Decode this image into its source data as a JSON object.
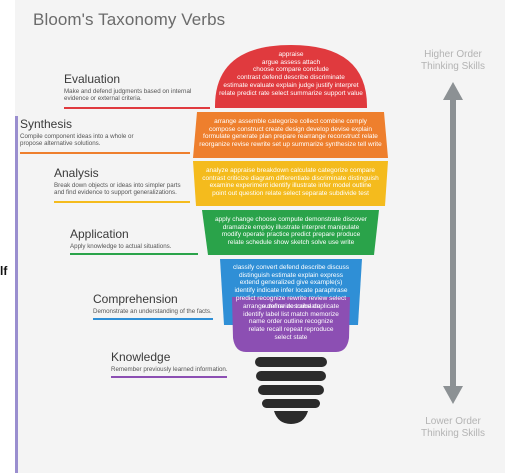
{
  "title": "Bloom's Taxonomy Verbs",
  "edge_fragment": "lf",
  "side_labels": {
    "top_line1": "Higher Order",
    "top_line2": "Thinking Skills",
    "bottom_line1": "Lower Order",
    "bottom_line2": "Thinking Skills"
  },
  "levels": [
    {
      "name": "Evaluation",
      "description": [
        "Make and defend judgments based on internal",
        "evidence or external criteria."
      ],
      "color": "#e03a3e",
      "verbs": [
        "appraise",
        "argue  assess  attach",
        "choose  compare  conclude",
        "contrast  defend  describe  discriminate",
        "estimate  evaluate  explain  judge  justify  interpret",
        "relate  predict  rate  select  summarize  support  value"
      ]
    },
    {
      "name": "Synthesis",
      "description": [
        "Compile component ideas into a whole or",
        "propose alternative solutions."
      ],
      "color": "#ee7f2d",
      "verbs": [
        "arrange  assemble  categorize  collect  combine  comply",
        "compose  construct  create  design  develop  devise  explain",
        "formulate  generate  plan  prepare  rearrange  reconstruct  relate",
        "reorganize  revise  rewrite  set up  summarize  synthesize  tell  write"
      ]
    },
    {
      "name": "Analysis",
      "description": [
        "Break down objects or ideas into simpler parts",
        "and find evidence to support generalizations."
      ],
      "color": "#f4bb1d",
      "verbs": [
        "analyze  appraise  breakdown  calculate  categorize  compare",
        "contrast  criticize  diagram  differentiate  discriminate  distinguish",
        "examine  experiment  identify  illustrate  infer  model  outline",
        "point out  question  relate  select  separate  subdivide  test"
      ]
    },
    {
      "name": "Application",
      "description": [
        "Apply knowledge to actual situations."
      ],
      "color": "#2aa34a",
      "verbs": [
        "apply  change  choose  compute  demonstrate  discover",
        "dramatize  employ  illustrate  interpret  manipulate",
        "modify  operate  practice  predict  prepare  produce",
        "relate  schedule  show  sketch  solve  use  write"
      ]
    },
    {
      "name": "Comprehension",
      "description": [
        "Demonstrate an understanding of the facts."
      ],
      "color": "#2f8fd6",
      "verbs": [
        "classify  convert  defend  describe  discuss",
        "distinguish  estimate  explain  express",
        "extend  generalized  give  example(s)",
        "identify  indicate  infer  locate  paraphrase",
        "predict  recognize  rewrite  review  select",
        "summarize  translate"
      ]
    },
    {
      "name": "Knowledge",
      "description": [
        "Remember previously learned information."
      ],
      "color": "#8c4fb3",
      "verbs": [
        "arrange  define  describe  duplicate",
        "identify  label  list  match  memorize",
        "name  order  outline  recognize",
        "relate  recall  repeat  reproduce",
        "select  state"
      ]
    }
  ]
}
